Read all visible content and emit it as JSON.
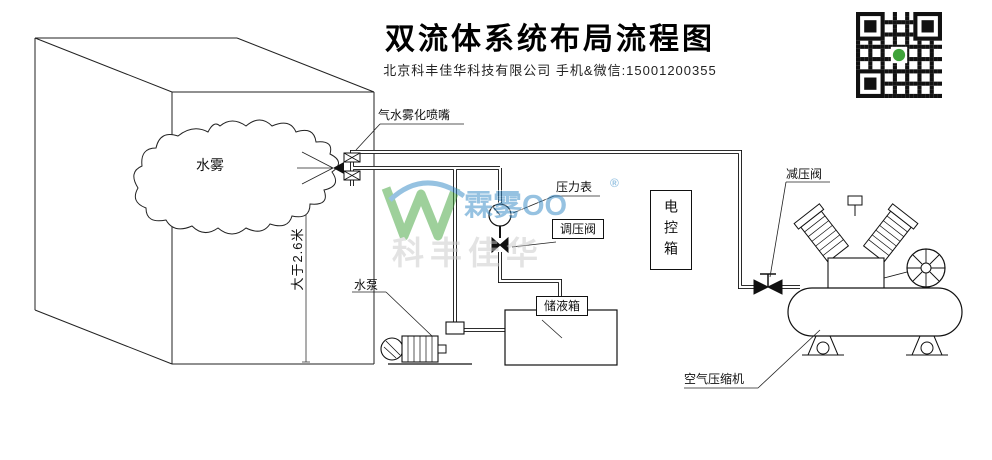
{
  "header": {
    "title": "双流体系统布局流程图",
    "subtitle": "北京科丰佳华科技有限公司 手机&微信:15001200355"
  },
  "watermark": {
    "brand": "霖雾OO",
    "registered": "®",
    "company": "科丰佳华",
    "colors": {
      "green": "#3fa33a",
      "blue": "#2f86c5",
      "gray": "#c9c9c9"
    }
  },
  "labels": {
    "mist": "水雾",
    "nozzle": "气水雾化喷嘴",
    "height": "大于2.6米",
    "pressure_gauge": "压力表",
    "regulator_valve": "调压阀",
    "control_box": "电控箱",
    "water_pump": "水泵",
    "storage_tank": "储液箱",
    "reducing_valve": "减压阀",
    "air_compressor": "空气压缩机"
  }
}
